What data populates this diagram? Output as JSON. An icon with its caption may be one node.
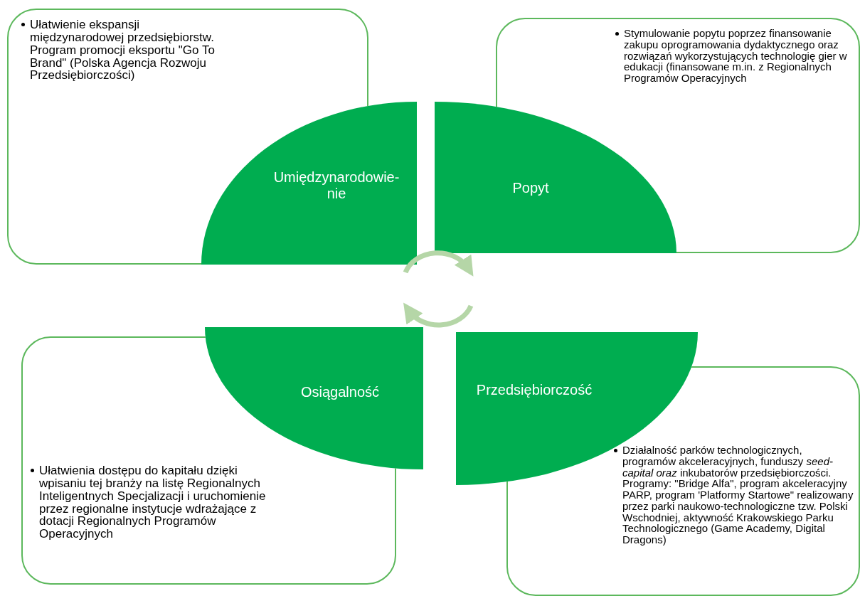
{
  "diagram": {
    "nodes": [
      {
        "text": [
          "Ułatwienie ekspansji międzynarodowej przedsiębiorstw. Program promocji eksportu \"Go To Brand\" (Polska Agencja Rozwoju Przedsiębiorczości)"
        ]
      },
      {
        "text": [
          "Stymulowanie popytu poprzez finansowanie zakupu oprogramowania dydaktycznego oraz rozwiązań wykorzystujących technologię gier w edukacji (finansowane m.in. z Regionalnych Programów Operacyjnych"
        ]
      },
      {
        "text": [
          "Umiędzynarodowie-nie"
        ]
      },
      {
        "text": [
          "Popyt"
        ]
      },
      {
        "text": [
          "Osiągalność"
        ]
      },
      {
        "text": [
          "Przedsiębiorczość"
        ]
      },
      {
        "text": [
          "Ułatwienia dostępu do kapitału dzięki wpisaniu tej branży na listę Regionalnych Inteligentnych Specjalizacji i uruchomienie przez regionalne instytucje wdrażające z dotacji Regionalnych Programów Operacyjnych"
        ]
      },
      {
        "text": [
          "Działalność parków technologicznych, programów akceleracyjnych, funduszy *seed-capital oraz* inkubatorów przedsiębiorczości. Programy: \"Bridge Alfa\", program akceleracyjny PARP, program 'Platformy Startowe\" realizowany przez parki naukowo-technologiczne tzw. Polski Wschodniej, aktywność Krakowskiego Parku Technologicznego (Game Academy, Digital Dragons)"
        ]
      }
    ],
    "edges": []
  }
}
